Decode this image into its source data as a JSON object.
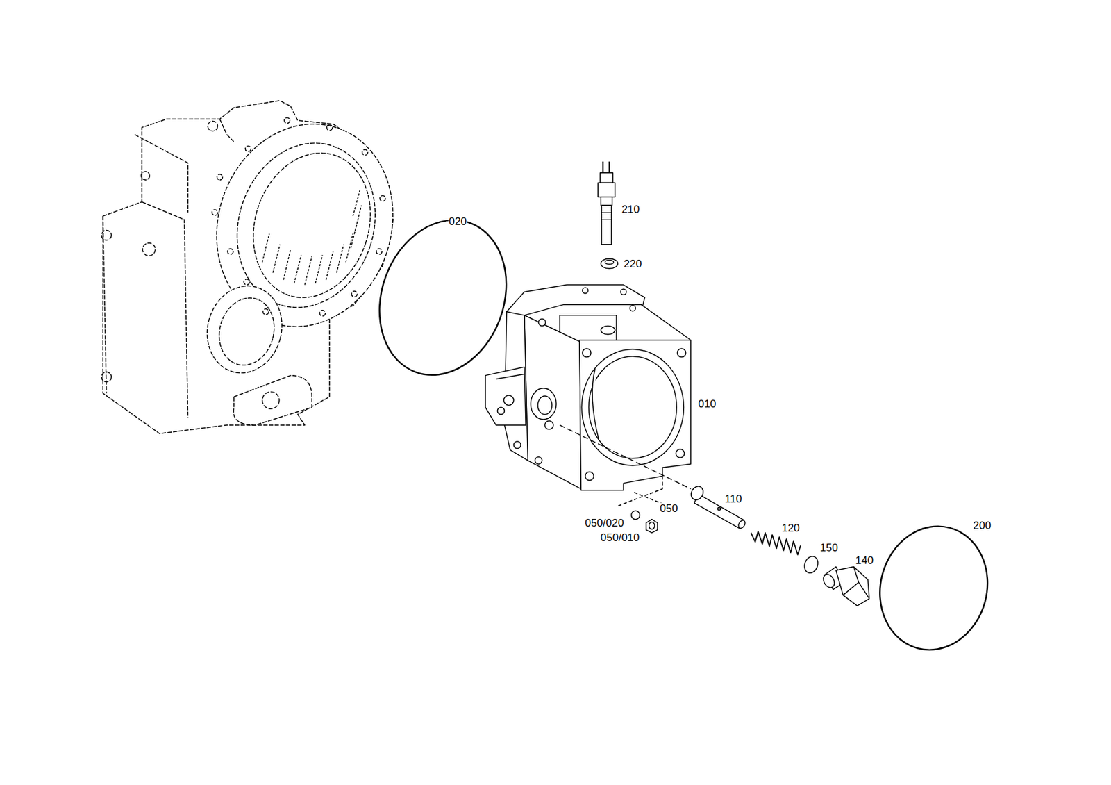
{
  "diagram": {
    "labels": [
      "020",
      "210",
      "220",
      "010",
      "110",
      "050",
      "050/020",
      "050/010",
      "120",
      "150",
      "140",
      "200"
    ]
  }
}
